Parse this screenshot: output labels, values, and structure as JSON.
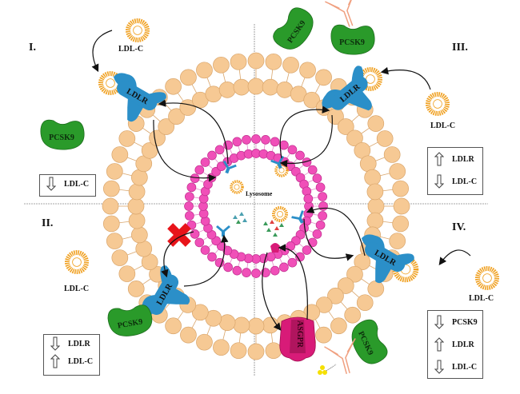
{
  "quadrants": {
    "I": {
      "numeral": "I.",
      "ldl_label": "LDL-C",
      "pcsk9_label": "PCSK9",
      "ldlr_label": "LDLR",
      "effects": [
        {
          "direction": "down",
          "label": "LDL-C"
        }
      ]
    },
    "II": {
      "numeral": "II.",
      "ldl_label": "LDL-C",
      "pcsk9_label": "PCSK9",
      "ldlr_label": "LDLR",
      "effects": [
        {
          "direction": "down",
          "label": "LDLR"
        },
        {
          "direction": "up",
          "label": "LDL-C"
        }
      ]
    },
    "III": {
      "numeral": "III.",
      "ldl_label": "LDL-C",
      "pcsk9_labels": [
        "PCSK9",
        "PCSK9"
      ],
      "ldlr_label": "LDLR",
      "effects": [
        {
          "direction": "up",
          "label": "LDLR"
        },
        {
          "direction": "down",
          "label": "LDL-C"
        }
      ]
    },
    "IV": {
      "numeral": "IV.",
      "ldl_label": "LDL-C",
      "pcsk9_label": "PCSK9",
      "ldlr_label": "LDLR",
      "asgpr_label": "ASGPR",
      "effects": [
        {
          "direction": "down",
          "label": "PCSK9"
        },
        {
          "direction": "up",
          "label": "LDLR"
        },
        {
          "direction": "down",
          "label": "LDL-C"
        }
      ]
    }
  },
  "center_label": "Lysosome",
  "colors": {
    "membrane": "#f6c994",
    "membrane_stroke": "#d9a56b",
    "lysosome": "#f04fb8",
    "ldlr": "#2b8fc8",
    "pcsk9": "#2a9a2a",
    "ldl": "#f0a020",
    "asgpr": "#d81b78",
    "block": "#e8141a",
    "antibody": "#f0a080"
  }
}
